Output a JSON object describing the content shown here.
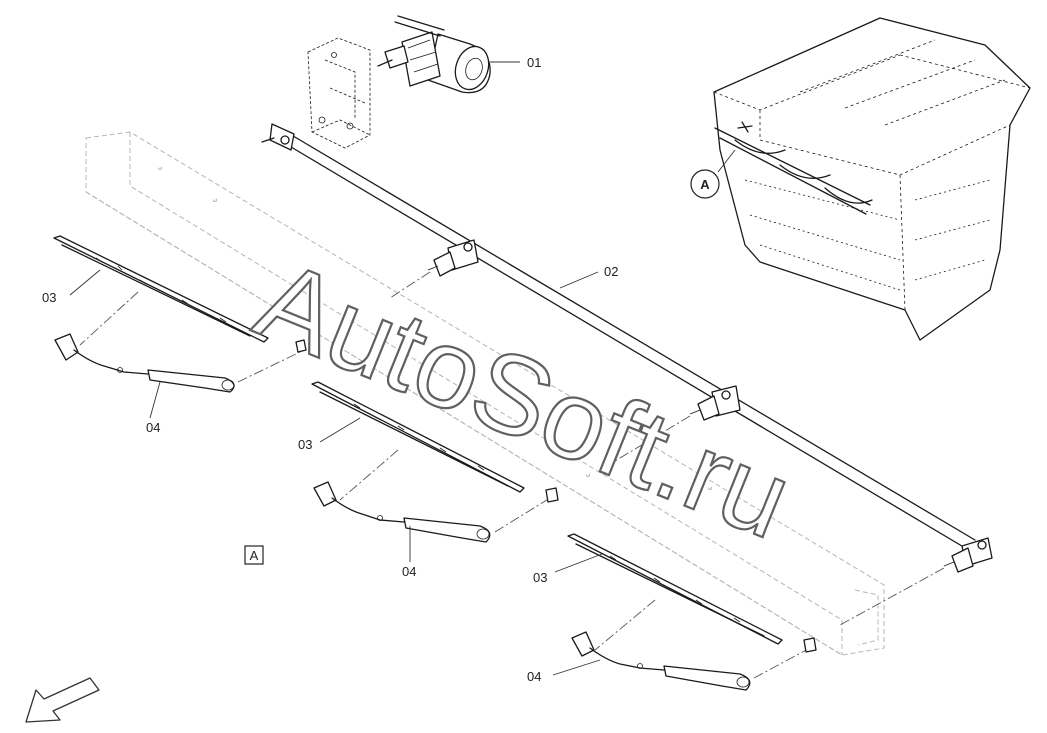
{
  "callouts": {
    "motor": "01",
    "linkage": "02",
    "blade_1": "03",
    "blade_2": "03",
    "blade_3": "03",
    "arm_1": "04",
    "arm_2": "04",
    "arm_3": "04"
  },
  "view_label": "A",
  "inset_label": "A",
  "watermark": "AutoSoft.ru",
  "icons": {
    "direction": "front-direction-arrow-icon"
  }
}
